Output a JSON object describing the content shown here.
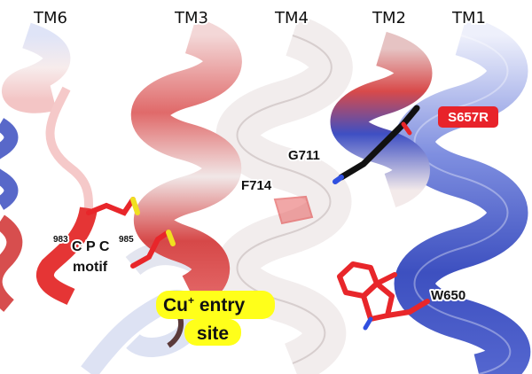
{
  "helices": {
    "tm6": "TM6",
    "tm3": "TM3",
    "tm4": "TM4",
    "tm2": "TM2",
    "tm1": "TM1"
  },
  "residues": {
    "g711": "G711",
    "f714": "F714",
    "w650": "W650",
    "s657r": "S657R"
  },
  "motif": {
    "sup_left": "983",
    "letters": "C P C",
    "sup_right": "985",
    "word": "motif"
  },
  "entry_site": {
    "line1_base": "Cu",
    "line1_sup": "+",
    "line1_rest": " entry",
    "line2": "site"
  },
  "colors": {
    "red": "#d9282b",
    "blue": "#4a5fc8",
    "pale_blue": "#c7d1ef",
    "white_helix": "#f2efef",
    "highlight": "#ffff1a",
    "badge": "#e8232a"
  }
}
